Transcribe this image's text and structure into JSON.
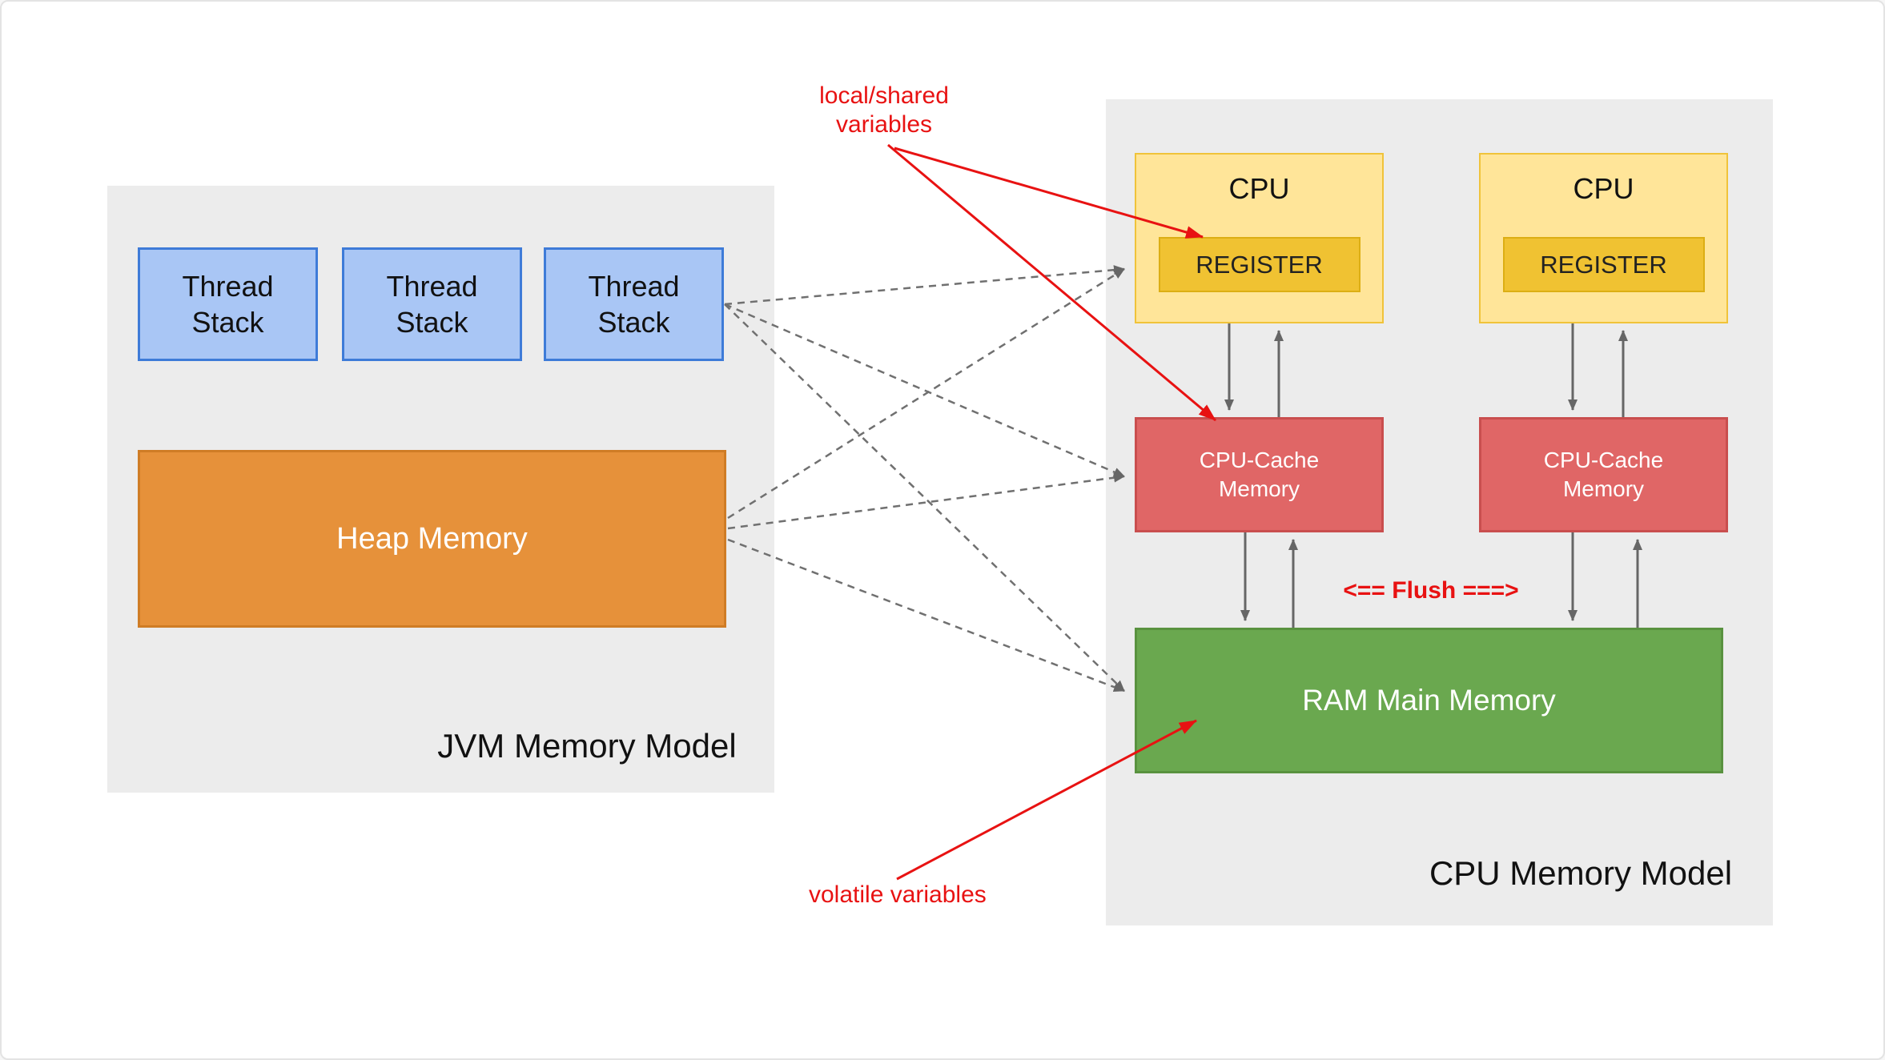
{
  "diagram": {
    "jvm_panel": {
      "title": "JVM Memory Model",
      "thread_stacks": [
        {
          "label": "Thread Stack"
        },
        {
          "label": "Thread Stack"
        },
        {
          "label": "Thread Stack"
        }
      ],
      "heap_label": "Heap Memory"
    },
    "cpu_panel": {
      "title": "CPU Memory Model",
      "cpus": [
        {
          "label": "CPU",
          "register_label": "REGISTER"
        },
        {
          "label": "CPU",
          "register_label": "REGISTER"
        }
      ],
      "caches": [
        {
          "label": "CPU-Cache Memory"
        },
        {
          "label": "CPU-Cache Memory"
        }
      ],
      "ram_label": "RAM Main Memory",
      "flush_label": "<== Flush ===>"
    },
    "annotations": {
      "local_shared_label": "local/shared variables",
      "volatile_label": "volatile variables"
    },
    "colors": {
      "panel_bg": "#ececec",
      "thread_stack_fill": "#a9c6f5",
      "thread_stack_border": "#3e7bd8",
      "heap_fill": "#e6913a",
      "heap_border": "#cf7c25",
      "cpu_fill": "#ffe599",
      "cpu_border": "#f0c33a",
      "register_fill": "#f0c232",
      "cache_fill": "#e06666",
      "cache_border": "#c94e4e",
      "ram_fill": "#6aa84f",
      "ram_border": "#59923f",
      "annotation_red": "#e81212",
      "arrow_gray": "#666666"
    }
  }
}
